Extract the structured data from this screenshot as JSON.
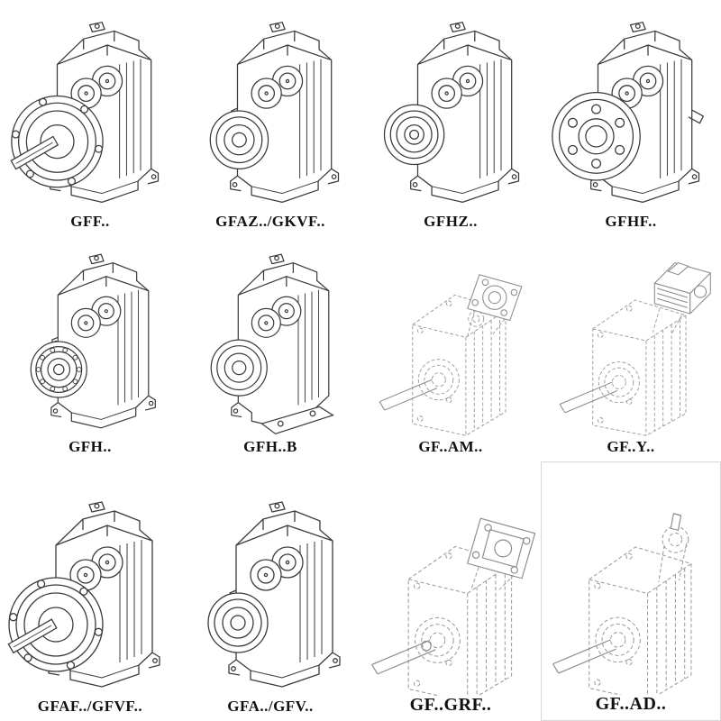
{
  "page": {
    "background": "#ffffff"
  },
  "colors": {
    "solid_line": "#3b3b3b",
    "phantom_line": "#9b9b9b",
    "accessory_line": "#8a8a8a",
    "label_text": "#111111"
  },
  "catalog": {
    "rows": [
      {
        "cells": [
          {
            "label": "GFF..",
            "variant": "flange-output-with-shaft"
          },
          {
            "label": "GFAZ../GKVF..",
            "variant": "hollow-shaft-hub"
          },
          {
            "label": "GFHZ..",
            "variant": "hollow-hub-z"
          },
          {
            "label": "GFHF..",
            "variant": "flange-with-bolt-holes"
          }
        ]
      },
      {
        "cells": [
          {
            "label": "GFH..",
            "variant": "shaft-mounted-bearing"
          },
          {
            "label": "GFH..B",
            "variant": "shaft-mounted-with-base"
          },
          {
            "label": "GF..AM..",
            "variant": "phantom-input-flange-am"
          },
          {
            "label": "GF..Y..",
            "variant": "phantom-with-motor"
          }
        ]
      },
      {
        "cells": [
          {
            "label": "GFAF../GFVF..",
            "variant": "flange-output-with-shaft-large"
          },
          {
            "label": "GFA../GFV..",
            "variant": "hollow-shaft-hub-large"
          },
          {
            "label": "GF..GRF..",
            "variant": "phantom-input-block-grf"
          },
          {
            "label": "GF..AD..",
            "variant": "phantom-input-adapter-ad"
          }
        ]
      }
    ]
  }
}
